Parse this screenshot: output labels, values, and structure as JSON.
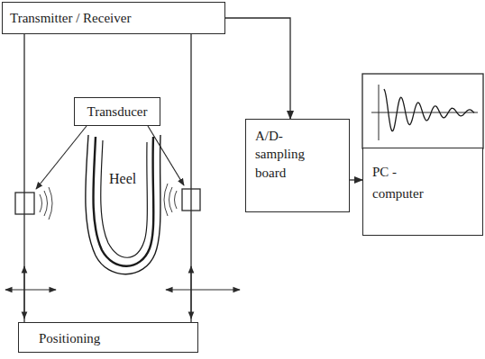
{
  "diagram": {
    "nodes": [
      {
        "text": [
          "Transmitter / Receiver"
        ]
      },
      {
        "text": [
          "Transducer"
        ]
      },
      {
        "text": [
          "A/D- sampling board"
        ]
      },
      {
        "text": [
          "PC - computer"
        ]
      },
      {
        "text": [
          "Positioning"
        ]
      }
    ],
    "edges": [
      {
        "from": 0,
        "to": 2,
        "arrow": "to"
      },
      {
        "from": 2,
        "to": 3,
        "arrow": "to"
      },
      {
        "from": 0,
        "to": 4,
        "arrow": "none"
      },
      {
        "from": 0,
        "to": 4,
        "arrow": "none"
      }
    ],
    "labels": [
      "Heel"
    ]
  }
}
